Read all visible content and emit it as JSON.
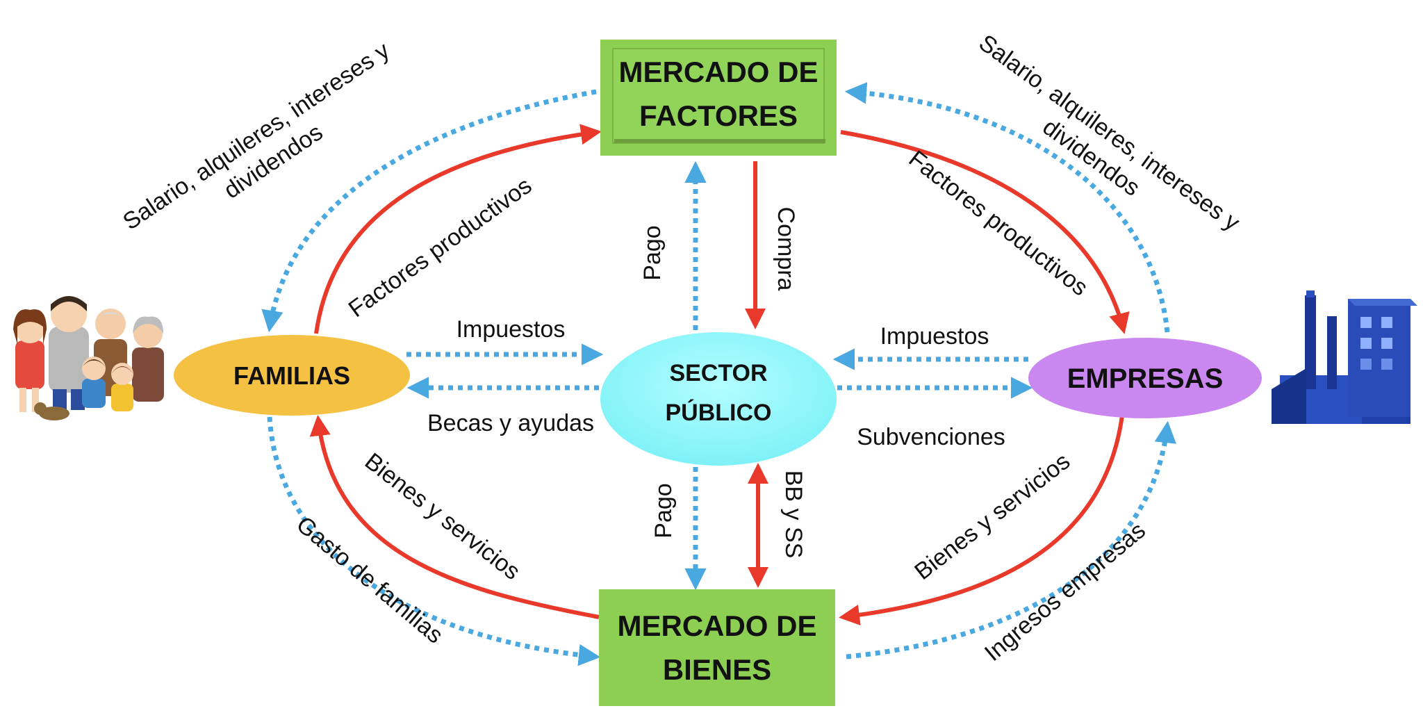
{
  "nodes": {
    "mercado_factores": [
      "MERCADO DE",
      "FACTORES"
    ],
    "mercado_bienes": [
      "MERCADO DE",
      "BIENES"
    ],
    "familias": "FAMILIAS",
    "empresas": "EMPRESAS",
    "sector_publico": [
      "SECTOR",
      "PÚBLICO"
    ]
  },
  "labels": {
    "salario_left": [
      "Salario, alquileres, intereses y",
      "dividendos"
    ],
    "salario_right": [
      "Salario, alquileres, intereses y",
      "dividendos"
    ],
    "factores_left": "Factores productivos",
    "factores_right": "Factores productivos",
    "pago_top": "Pago",
    "compra": "Compra",
    "impuestos_left": "Impuestos",
    "impuestos_right": "Impuestos",
    "becas": "Becas y ayudas",
    "subvenciones": "Subvenciones",
    "pago_bottom": "Pago",
    "bbss": "BB y SS",
    "bienes_left": "Bienes y servicios",
    "bienes_right": "Bienes y servicios",
    "gasto_familias": "Gasto de familias",
    "ingresos_empresas": "Ingresos empresas"
  },
  "colors": {
    "market_green": "#8dcf52",
    "familias_yellow": "#f4c142",
    "empresas_purple": "#c987ef",
    "sector_cyan": "#8ef8fb",
    "real_flow_red": "#e8392b",
    "money_flow_blue": "#4aa8e0",
    "factory_blue": "#1f3fa8"
  },
  "icons": {
    "family": "family-illustration-icon",
    "factory": "factory-icon"
  }
}
